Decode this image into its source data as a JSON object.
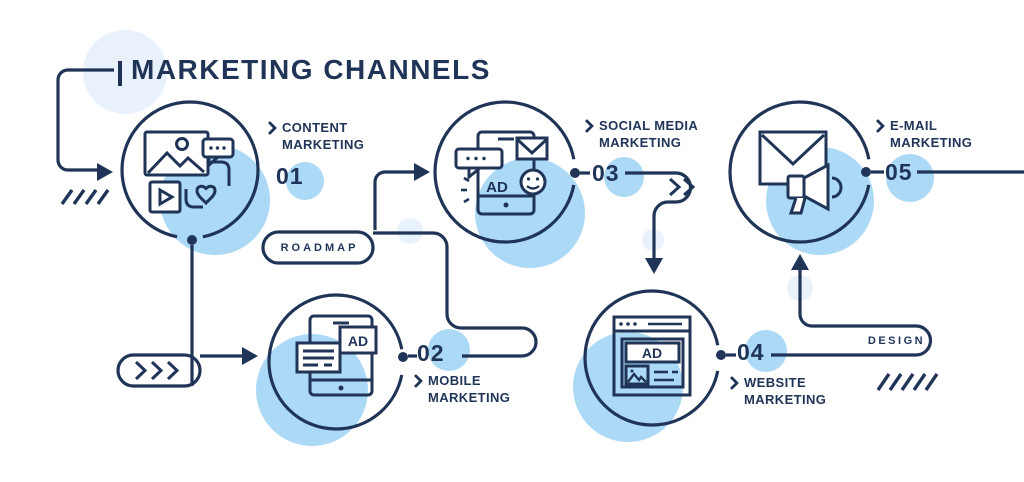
{
  "title": "MARKETING CHANNELS",
  "colors": {
    "navy": "#1f3457",
    "light_blue": "#abd9f6",
    "pale_blue": "#e9f2fc",
    "background": "#ffffff"
  },
  "pills": {
    "roadmap": "ROADMAP",
    "design": "DESIGN"
  },
  "decorations": {
    "left_slashes": "////",
    "right_slashes": "/////",
    "triple_chevron": ">>>",
    "double_chevron": ">>"
  },
  "icons": {
    "ad_label": "AD"
  },
  "steps": [
    {
      "number": "01",
      "label_lines": [
        "CONTENT",
        "MARKETING"
      ],
      "icon": "content-marketing-icon"
    },
    {
      "number": "02",
      "label_lines": [
        "MOBILE",
        "MARKETING"
      ],
      "icon": "mobile-marketing-icon"
    },
    {
      "number": "03",
      "label_lines": [
        "SOCIAL MEDIA",
        "MARKETING"
      ],
      "icon": "social-media-marketing-icon"
    },
    {
      "number": "04",
      "label_lines": [
        "WEBSITE",
        "MARKETING"
      ],
      "icon": "website-marketing-icon"
    },
    {
      "number": "05",
      "label_lines": [
        "E-MAIL",
        "MARKETING"
      ],
      "icon": "e-mail-marketing-icon"
    }
  ]
}
